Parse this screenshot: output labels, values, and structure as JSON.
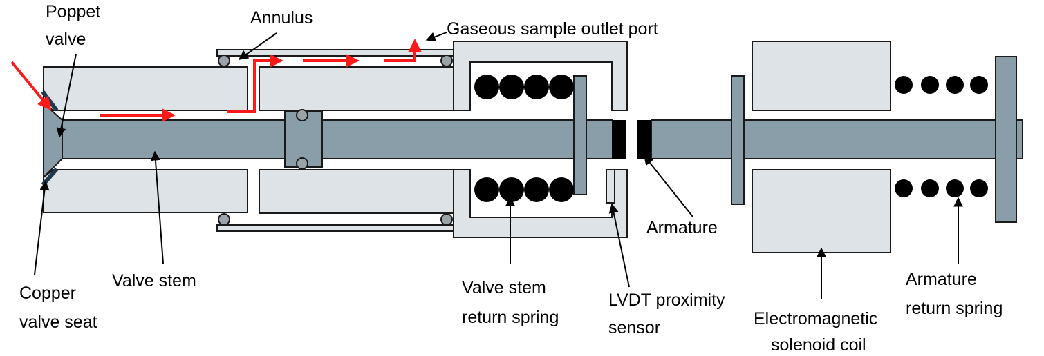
{
  "labels": {
    "poppet_valve_l1": "Poppet",
    "poppet_valve_l2": "valve",
    "annulus": "Annulus",
    "gaseous_outlet": "Gaseous sample outlet port",
    "copper_seat_l1": "Copper",
    "copper_seat_l2": "valve seat",
    "valve_stem": "Valve stem",
    "stem_spring_l1": "Valve stem",
    "stem_spring_l2": "return spring",
    "lvdt_l1": "LVDT proximity",
    "lvdt_l2": "sensor",
    "armature": "Armature",
    "solenoid_l1": "Electromagnetic",
    "solenoid_l2": "solenoid coil",
    "armature_spring_l1": "Armature",
    "armature_spring_l2": "return spring"
  },
  "colors": {
    "housing": "#dde3e7",
    "stem": "#8a9ea9",
    "flow_arrow": "#ff1a1a",
    "coil_dots": "#000000",
    "seat": "#1f3a4d"
  }
}
